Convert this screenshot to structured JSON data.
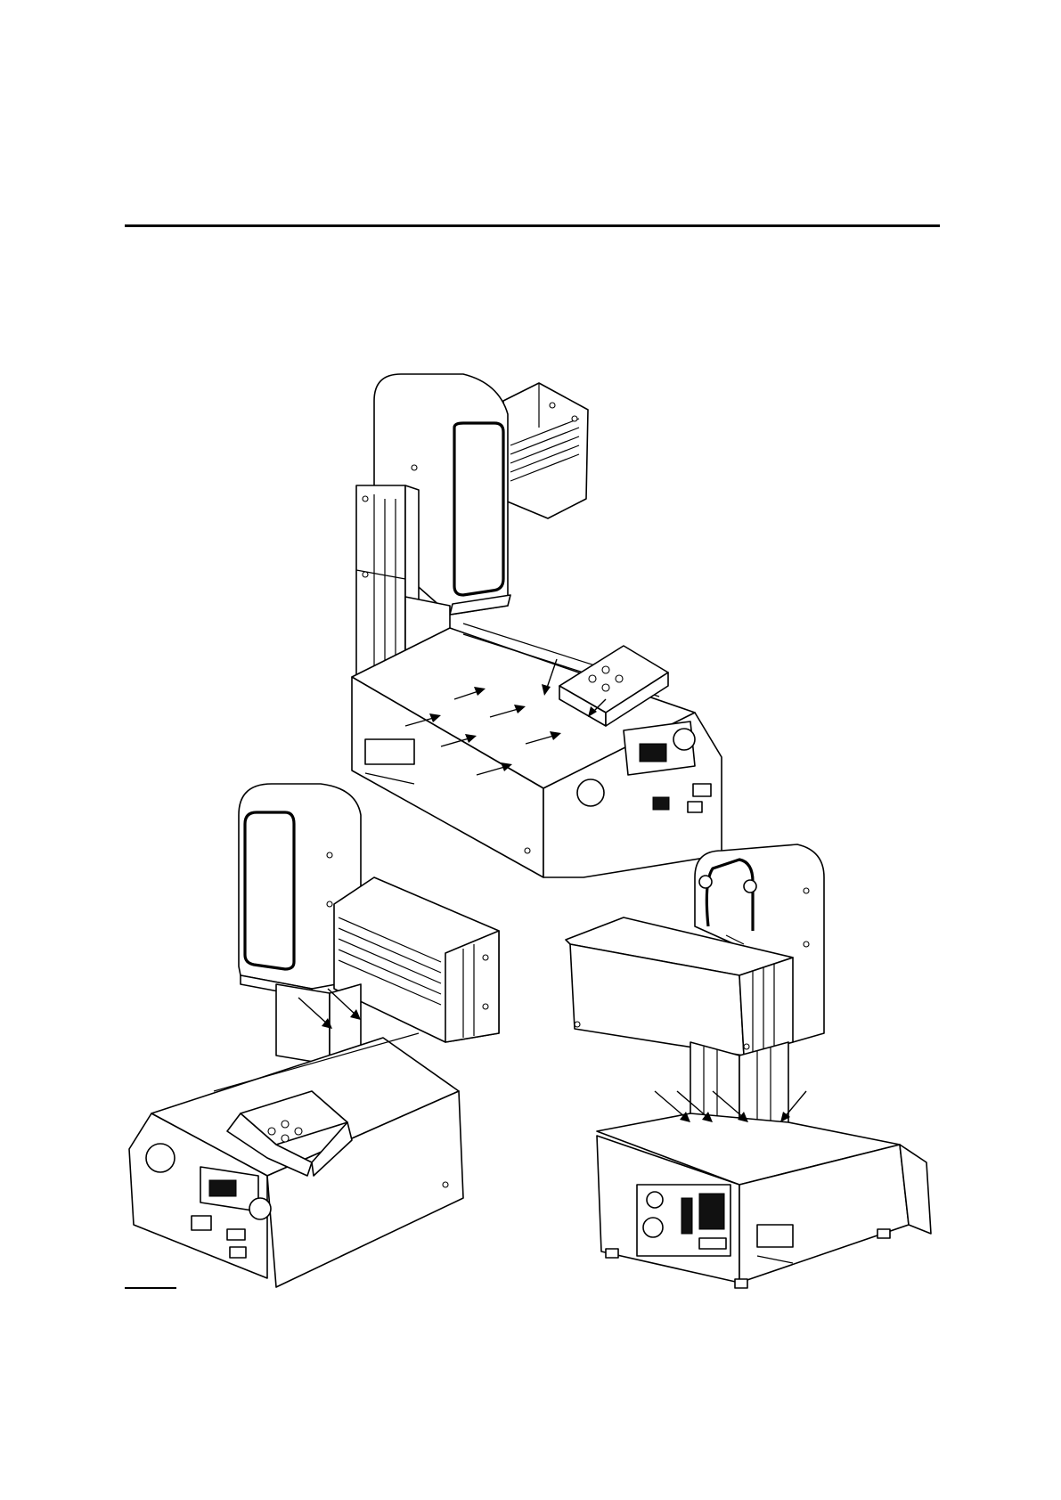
{
  "page": {
    "background": "#ffffff",
    "line_color": "#000000"
  },
  "figures": [
    {
      "view": "front-right",
      "arrows": 8
    },
    {
      "view": "front-left",
      "arrows": 2
    },
    {
      "view": "rear",
      "arrows": 4
    }
  ]
}
